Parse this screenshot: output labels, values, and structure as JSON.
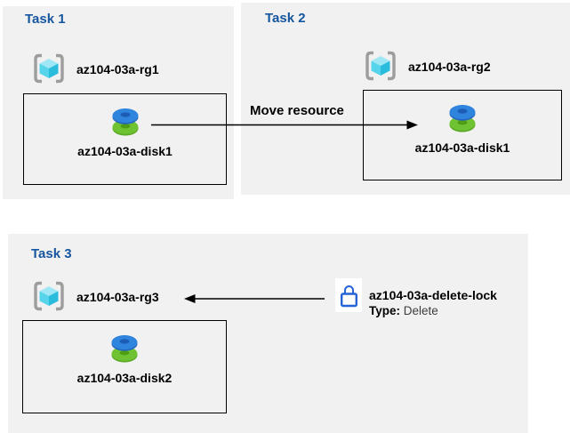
{
  "diagram": {
    "tasks": [
      {
        "title": "Task 1",
        "resource_group": "az104-03a-rg1",
        "resource": "az104-03a-disk1"
      },
      {
        "title": "Task 2",
        "resource_group": "az104-03a-rg2",
        "resource": "az104-03a-disk1"
      },
      {
        "title": "Task 3",
        "resource_group": "az104-03a-rg3",
        "resource": "az104-03a-disk2"
      }
    ],
    "move_arrow": {
      "label": "Move resource"
    },
    "delete_lock": {
      "name": "az104-03a-delete-lock",
      "type_label": "Type:",
      "type_value": "Delete"
    },
    "icons": {
      "resource_group": "resource-group-icon",
      "disk": "managed-disk-icon",
      "lock": "lock-icon"
    },
    "colors": {
      "panel_bg": "#f1f1f1",
      "task_title_blue": "#15569e",
      "disk_top_blue": "#2f84dd",
      "disk_hole_blue": "#1c5cb4",
      "disk_bottom_green": "#6fc232",
      "disk_hole_green": "#4f9d15",
      "cube_top_cyan": "#9fe7f4",
      "cube_left_cyan": "#55d4ec",
      "cube_right_cyan": "#29bcdc",
      "bracket_gray": "#9d9d9d",
      "lock_blue": "#2563d6",
      "arrow_black": "#000000"
    }
  }
}
